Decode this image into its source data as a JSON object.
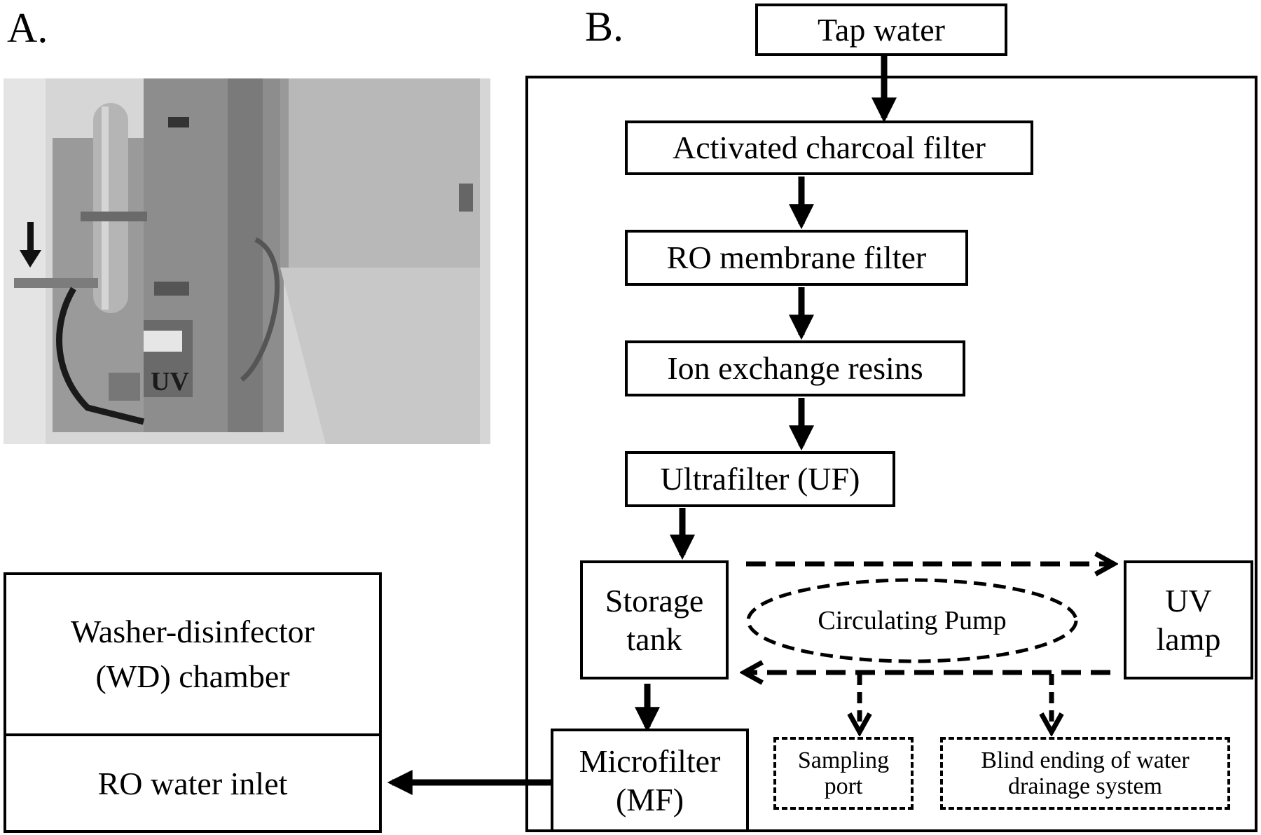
{
  "panel_a": {
    "label": "A."
  },
  "panel_b": {
    "label": "B.",
    "nodes": {
      "tap_water": "Tap water",
      "charcoal": "Activated charcoal filter",
      "ro_membrane": "RO membrane filter",
      "ion_exchange": "Ion exchange resins",
      "ultrafilter": "Ultrafilter (UF)",
      "storage_line1": "Storage",
      "storage_line2": "tank",
      "uv_line1": "UV",
      "uv_line2": "lamp",
      "pump": "Circulating Pump",
      "microfilter_line1": "Microfilter",
      "microfilter_line2": "(MF)",
      "sampling_line1": "Sampling",
      "sampling_line2": "port",
      "blind_line1": "Blind ending of water",
      "blind_line2": "drainage system"
    }
  },
  "washer": {
    "title_line1": "Washer-disinfector",
    "title_line2": "(WD) chamber",
    "inlet": "RO water inlet"
  },
  "photo": {
    "panel_logo": "UV"
  }
}
